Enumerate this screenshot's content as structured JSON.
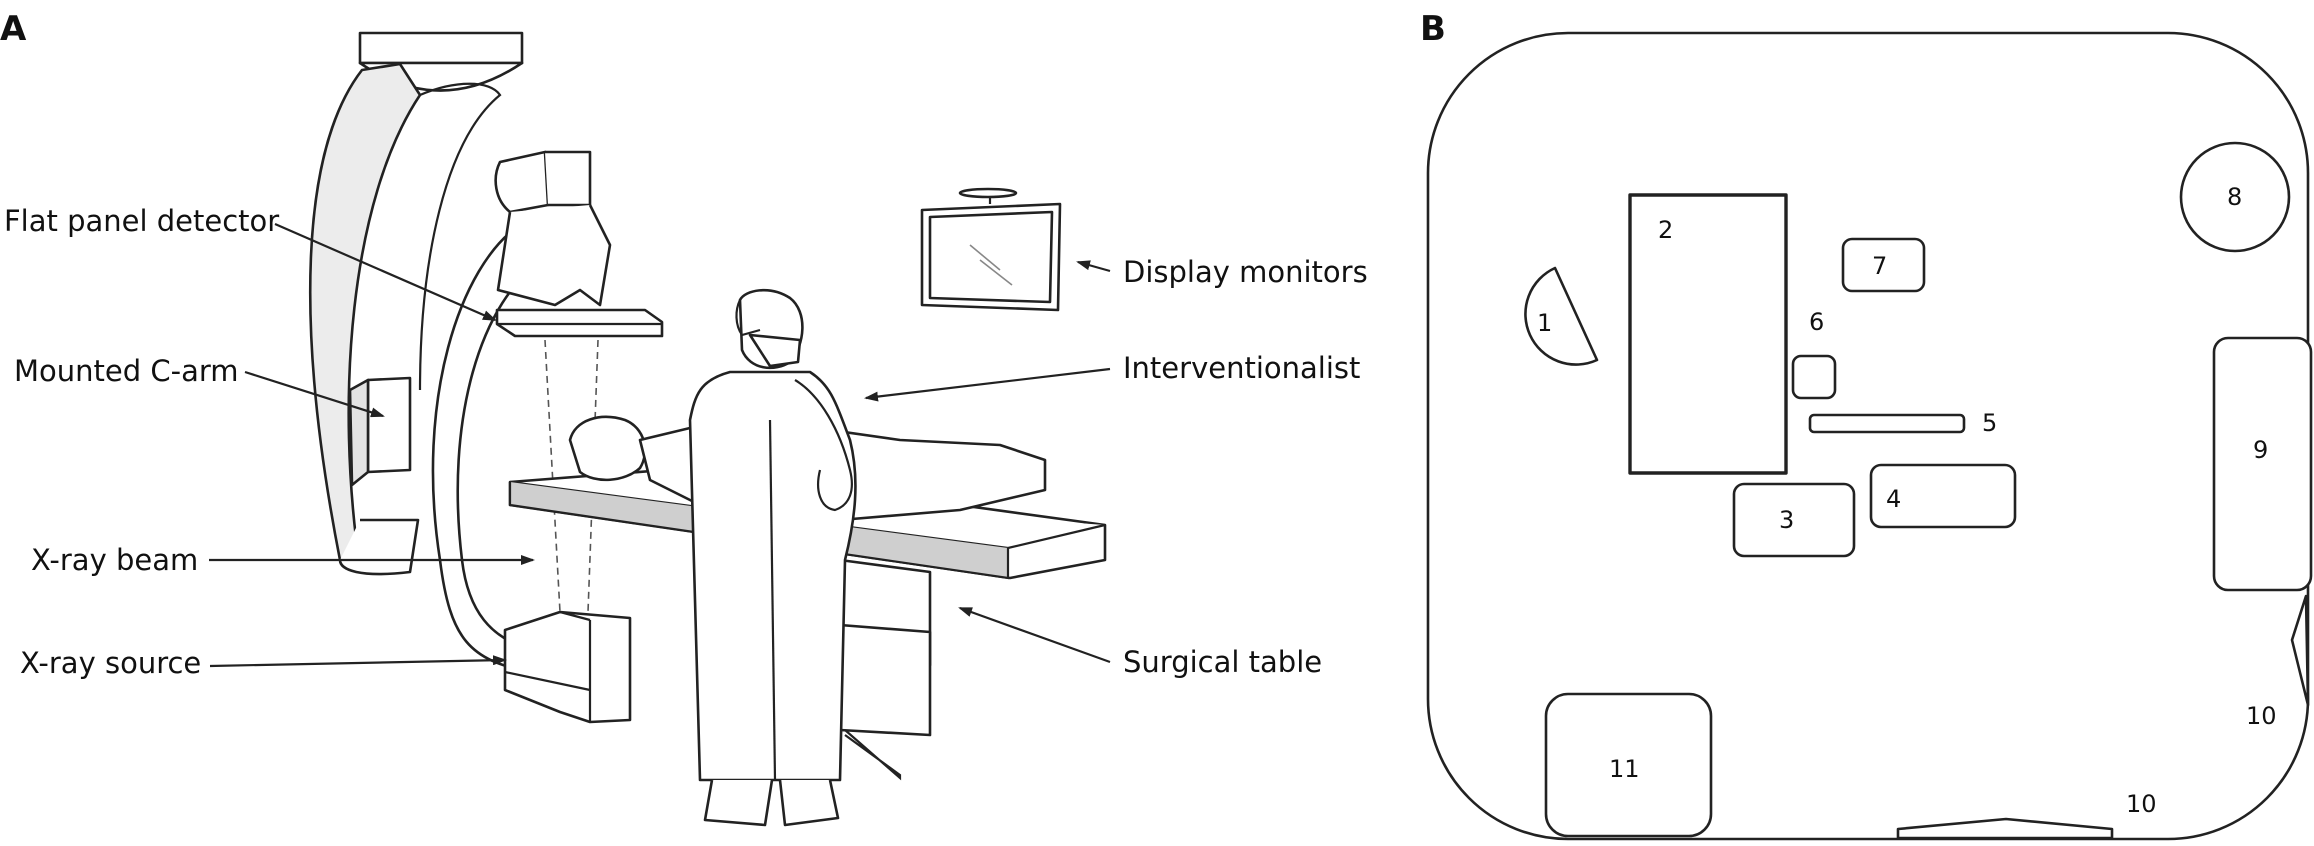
{
  "panel_a": {
    "letter": "A",
    "labels": {
      "flat_panel_detector": "Flat panel detector",
      "mounted_c_arm": "Mounted C-arm",
      "xray_beam": "X-ray beam",
      "xray_source": "X-ray source",
      "display_monitors": "Display monitors",
      "interventionalist": "Interventionalist",
      "surgical_table": "Surgical table"
    }
  },
  "panel_b": {
    "letter": "B",
    "numbers": {
      "n1": "1",
      "n2": "2",
      "n3": "3",
      "n4": "4",
      "n5": "5",
      "n6": "6",
      "n7": "7",
      "n8": "8",
      "n9": "9",
      "n10a": "10",
      "n10b": "10",
      "n11": "11"
    }
  }
}
